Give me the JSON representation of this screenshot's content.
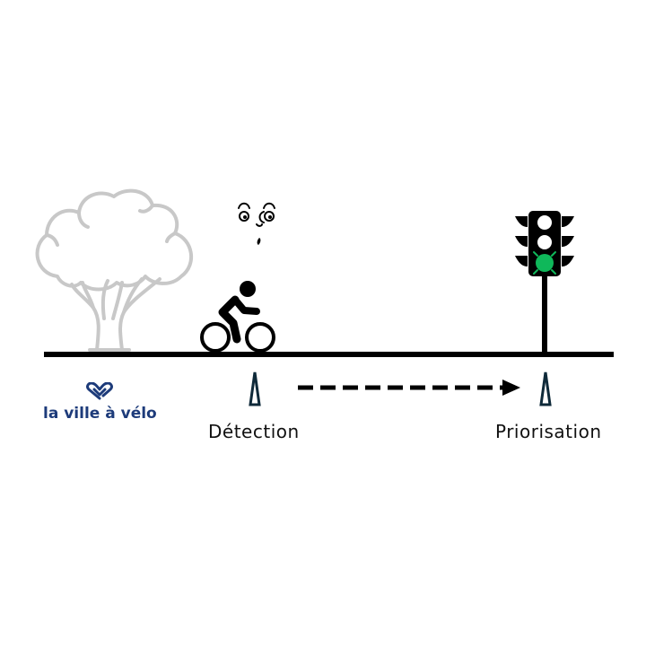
{
  "diagram": {
    "labels": {
      "detection": "Détection",
      "priorisation": "Priorisation"
    },
    "logo": {
      "text": "la ville à vélo",
      "color": "#1d3b7a",
      "icon": "heart-loop-icon"
    },
    "elements": {
      "tree": {
        "icon": "tree-icon",
        "color": "#c8c8c8"
      },
      "cyclist": {
        "icon": "cyclist-icon",
        "color": "#000000"
      },
      "face": {
        "icon": "surprised-face-icon"
      },
      "traffic_light": {
        "icon": "traffic-light-icon",
        "active": "green",
        "green_color": "#0fb85a"
      },
      "sensor_left": {
        "icon": "sensor-antenna-icon",
        "color": "#0f2a3a"
      },
      "sensor_right": {
        "icon": "sensor-antenna-icon",
        "color": "#0f2a3a"
      },
      "arrow": {
        "icon": "dashed-arrow-icon",
        "style": "dashed"
      },
      "road": {
        "color": "#000000"
      }
    }
  }
}
